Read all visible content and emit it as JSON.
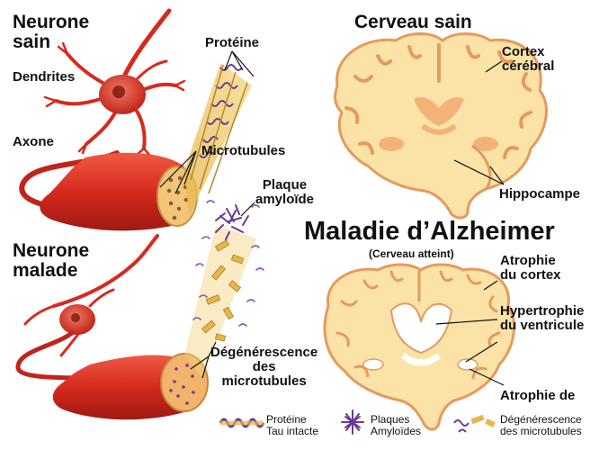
{
  "healthy_neuron": {
    "title": "Neurone\nsain",
    "dendrites": "Dendrites",
    "axon": "Axone",
    "protein": "Protéine",
    "microtubules": "Microtubules"
  },
  "sick_neuron": {
    "title": "Neurone\nmalade",
    "plaque": "Plaque\namyloïde",
    "degeneration": "Dégénérescence\ndes\nmicrotubules"
  },
  "healthy_brain": {
    "title": "Cerveau sain",
    "cortex": "Cortex\ncérébral",
    "hippocampus": "Hippocampe"
  },
  "alzheimer_brain": {
    "title": "Maladie d’Alzheimer",
    "subtitle": "(Cerveau atteint)",
    "cortex_atrophy": "Atrophie\ndu cortex",
    "ventricle_hypertrophy": "Hypertrophie\ndu ventricule",
    "atrophy_of": "Atrophie de"
  },
  "legend": [
    {
      "icon": "tau-protein-icon",
      "text": "Protéine\nTau intacte"
    },
    {
      "icon": "amyloid-plaque-icon",
      "text": "Plaques\nAmyloïdes"
    },
    {
      "icon": "microtubule-degeneration-icon",
      "text": "Dégénérescence\ndes microtubules"
    }
  ],
  "colors": {
    "neuron_red": "#d62a1e",
    "neuron_dark": "#9e1a12",
    "brain_tissue": "#fbe2a6",
    "brain_cortex": "#f3b27a",
    "protein_purple": "#6a3a8e",
    "microtubule_gold": "#e6b64a"
  }
}
